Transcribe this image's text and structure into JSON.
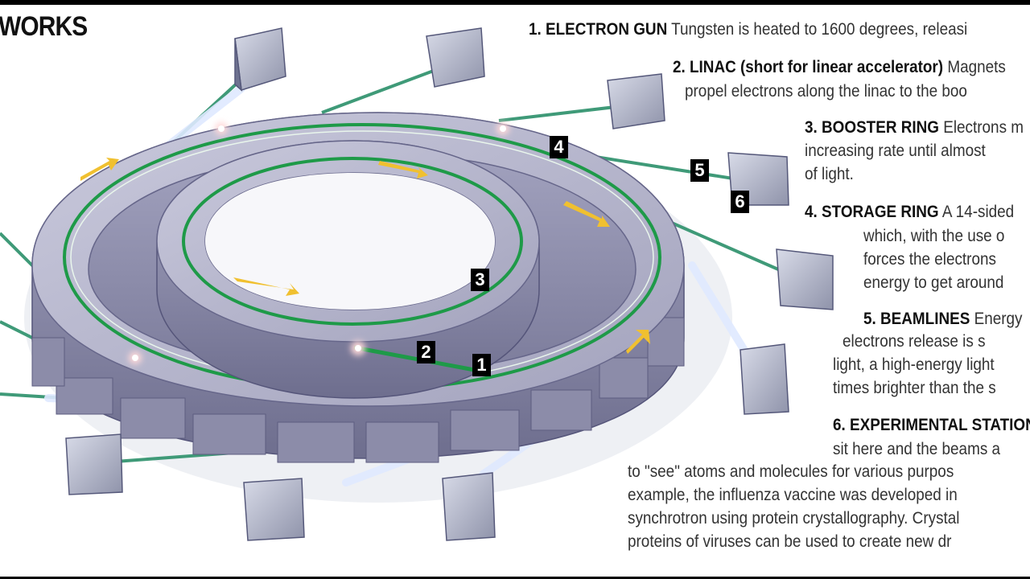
{
  "title": "WORKS",
  "markers": [
    "4",
    "5",
    "6",
    "3",
    "2",
    "1"
  ],
  "steps": [
    {
      "heading": "1. ELECTRON GUN",
      "lines": [
        "Tungsten is heated to 1600 degrees, releasi"
      ]
    },
    {
      "heading": "2. LINAC (short for linear accelerator)",
      "lines": [
        "Magnets",
        "propel electrons along the linac to the boo"
      ]
    },
    {
      "heading": "3. BOOSTER RING",
      "lines": [
        "Electrons m",
        "increasing rate until almost",
        "of light."
      ]
    },
    {
      "heading": "4. STORAGE RING",
      "lines": [
        "A 14-sided",
        "which, with the use o",
        "forces the electrons",
        "energy to get around"
      ]
    },
    {
      "heading": "5. BEAMLINES",
      "lines": [
        "Energy",
        "electrons release is s",
        "light, a high-energy light",
        "times brighter than the s"
      ]
    },
    {
      "heading": "6. EXPERIMENTAL STATION",
      "lines": [
        "sit here and the beams a",
        "to \"see\" atoms and molecules for various purpos",
        "example, the influenza vaccine was developed in",
        "synchrotron using protein crystallography. Crystal",
        "proteins of  viruses can be used to create new dr"
      ]
    }
  ]
}
